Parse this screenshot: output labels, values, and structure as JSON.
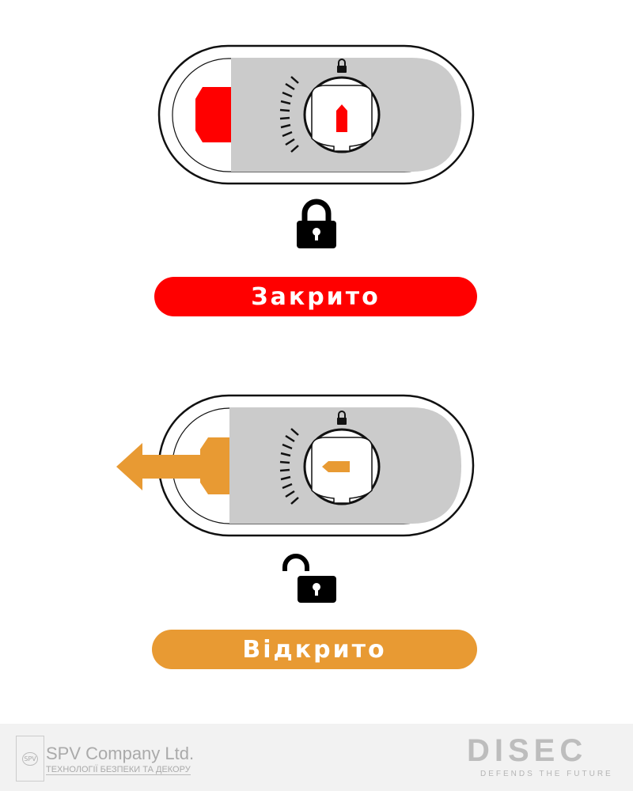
{
  "states": [
    {
      "label": "Закрито",
      "color": "#ff0000",
      "icon": "lock-closed-icon"
    },
    {
      "label": "Відкрито",
      "color": "#e89a33",
      "icon": "lock-open-icon"
    }
  ],
  "footer": {
    "spv_name": "SPV Company Ltd.",
    "spv_tagline": "ТЕХНОЛОГІЇ БЕЗПЕКИ ТА ДЕКОРУ",
    "spv_emblem": "SPV",
    "disec_name": "DISEC",
    "disec_tagline": "DEFENDS THE FUTURE"
  }
}
